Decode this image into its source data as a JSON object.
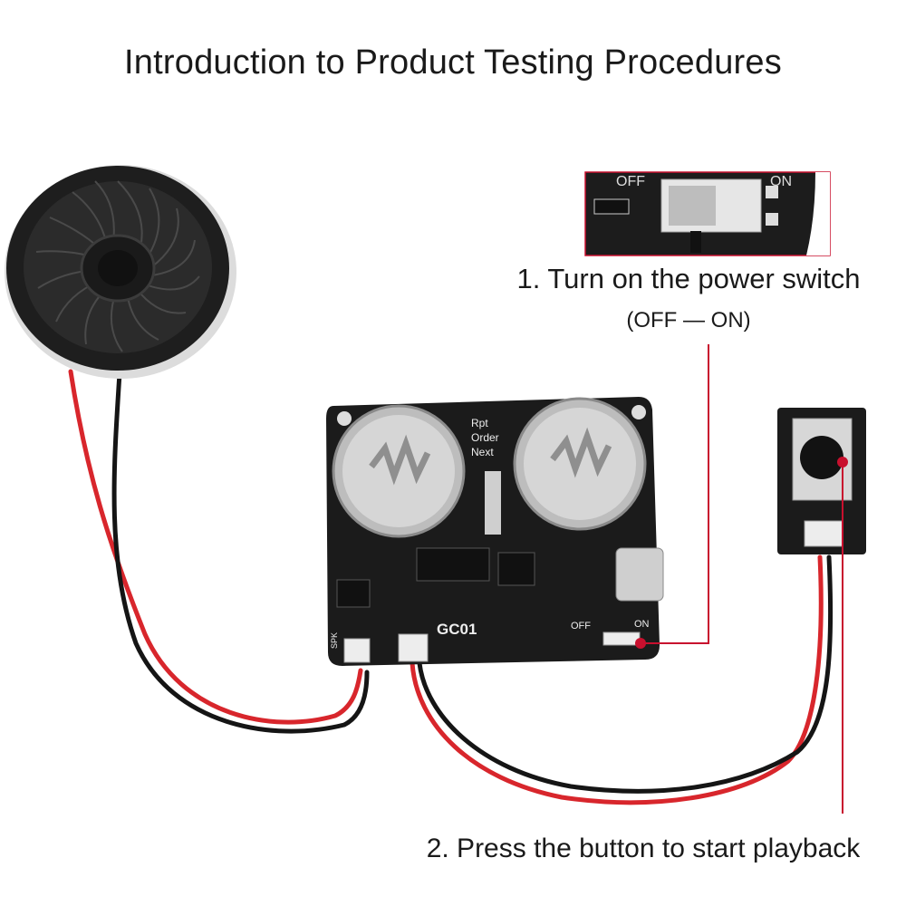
{
  "page": {
    "title": "Introduction to Product Testing Procedures"
  },
  "steps": {
    "step1_text": "1. Turn on the power switch",
    "step1_sub": "(OFF — ON)",
    "step2_text": "2. Press the button to start playback"
  },
  "board": {
    "model": "GC01",
    "mode_labels": [
      "Rpt",
      "Order",
      "Next"
    ],
    "switch_off": "OFF",
    "switch_on": "ON",
    "spk": "SPK"
  },
  "colors": {
    "callout": "#c8102e",
    "pcb": "#1b1b1b",
    "wire_red": "#d8262c",
    "wire_black": "#151515"
  }
}
